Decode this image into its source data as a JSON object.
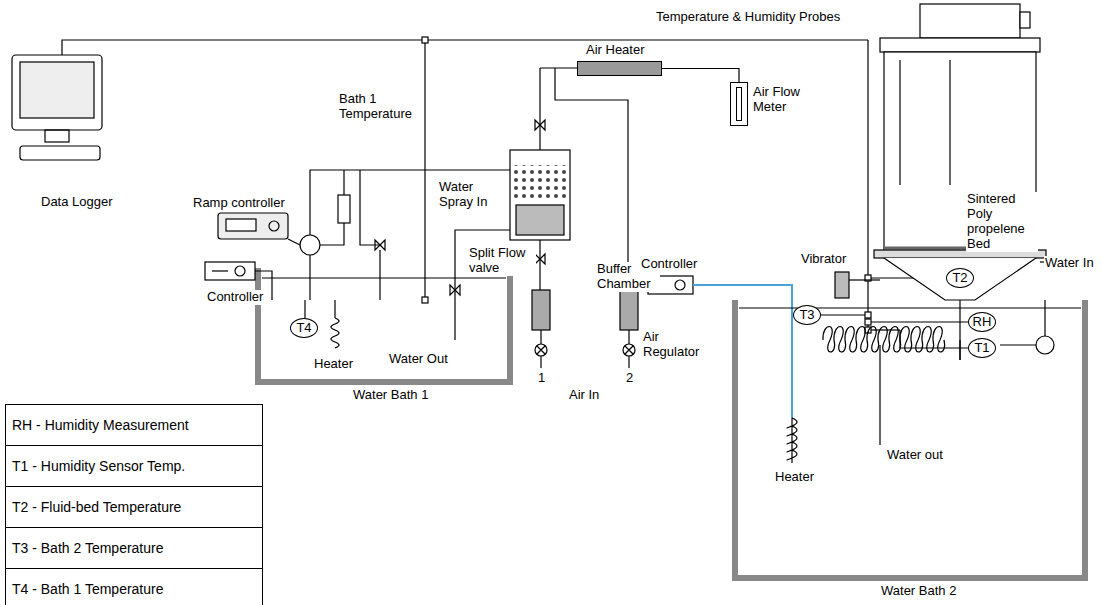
{
  "diagram": {
    "nodes": [
      {
        "text": [
          "RH - Humidity Measurement",
          "T1 - Humidity Sensor Temp.",
          "T2 - Fluid-bed Temperature",
          "T3 - Bath 2 Temperature",
          "T4 - Bath 1 Temperature"
        ]
      },
      {
        "text": [
          "Air Heater"
        ]
      },
      {
        "text": [
          "Air Flow Meter"
        ]
      },
      {
        "text": [
          "T4"
        ]
      },
      {
        "text": [
          "T3"
        ]
      },
      {
        "text": [
          "T2"
        ]
      },
      {
        "text": [
          "RH"
        ]
      },
      {
        "text": [
          "T1"
        ]
      }
    ],
    "edges": [
      {
        "from": 1,
        "to": 2,
        "arrow": "none"
      }
    ],
    "labels": [
      "Data Logger",
      "Temperature & Humidity Probes",
      "Bath 1 Temperature",
      "Water Spray In",
      "Ramp controller",
      "Controller",
      "Split Flow valve",
      "Buffer Chamber",
      "Air Regulator",
      "1",
      "2",
      "Air In",
      "Heater",
      "Water Out",
      "Water Bath 1",
      "Controller",
      "Vibrator",
      "Sintered Poly propelene Bed",
      "Water In",
      "Heater",
      "Water out",
      "Water Bath 2"
    ]
  }
}
